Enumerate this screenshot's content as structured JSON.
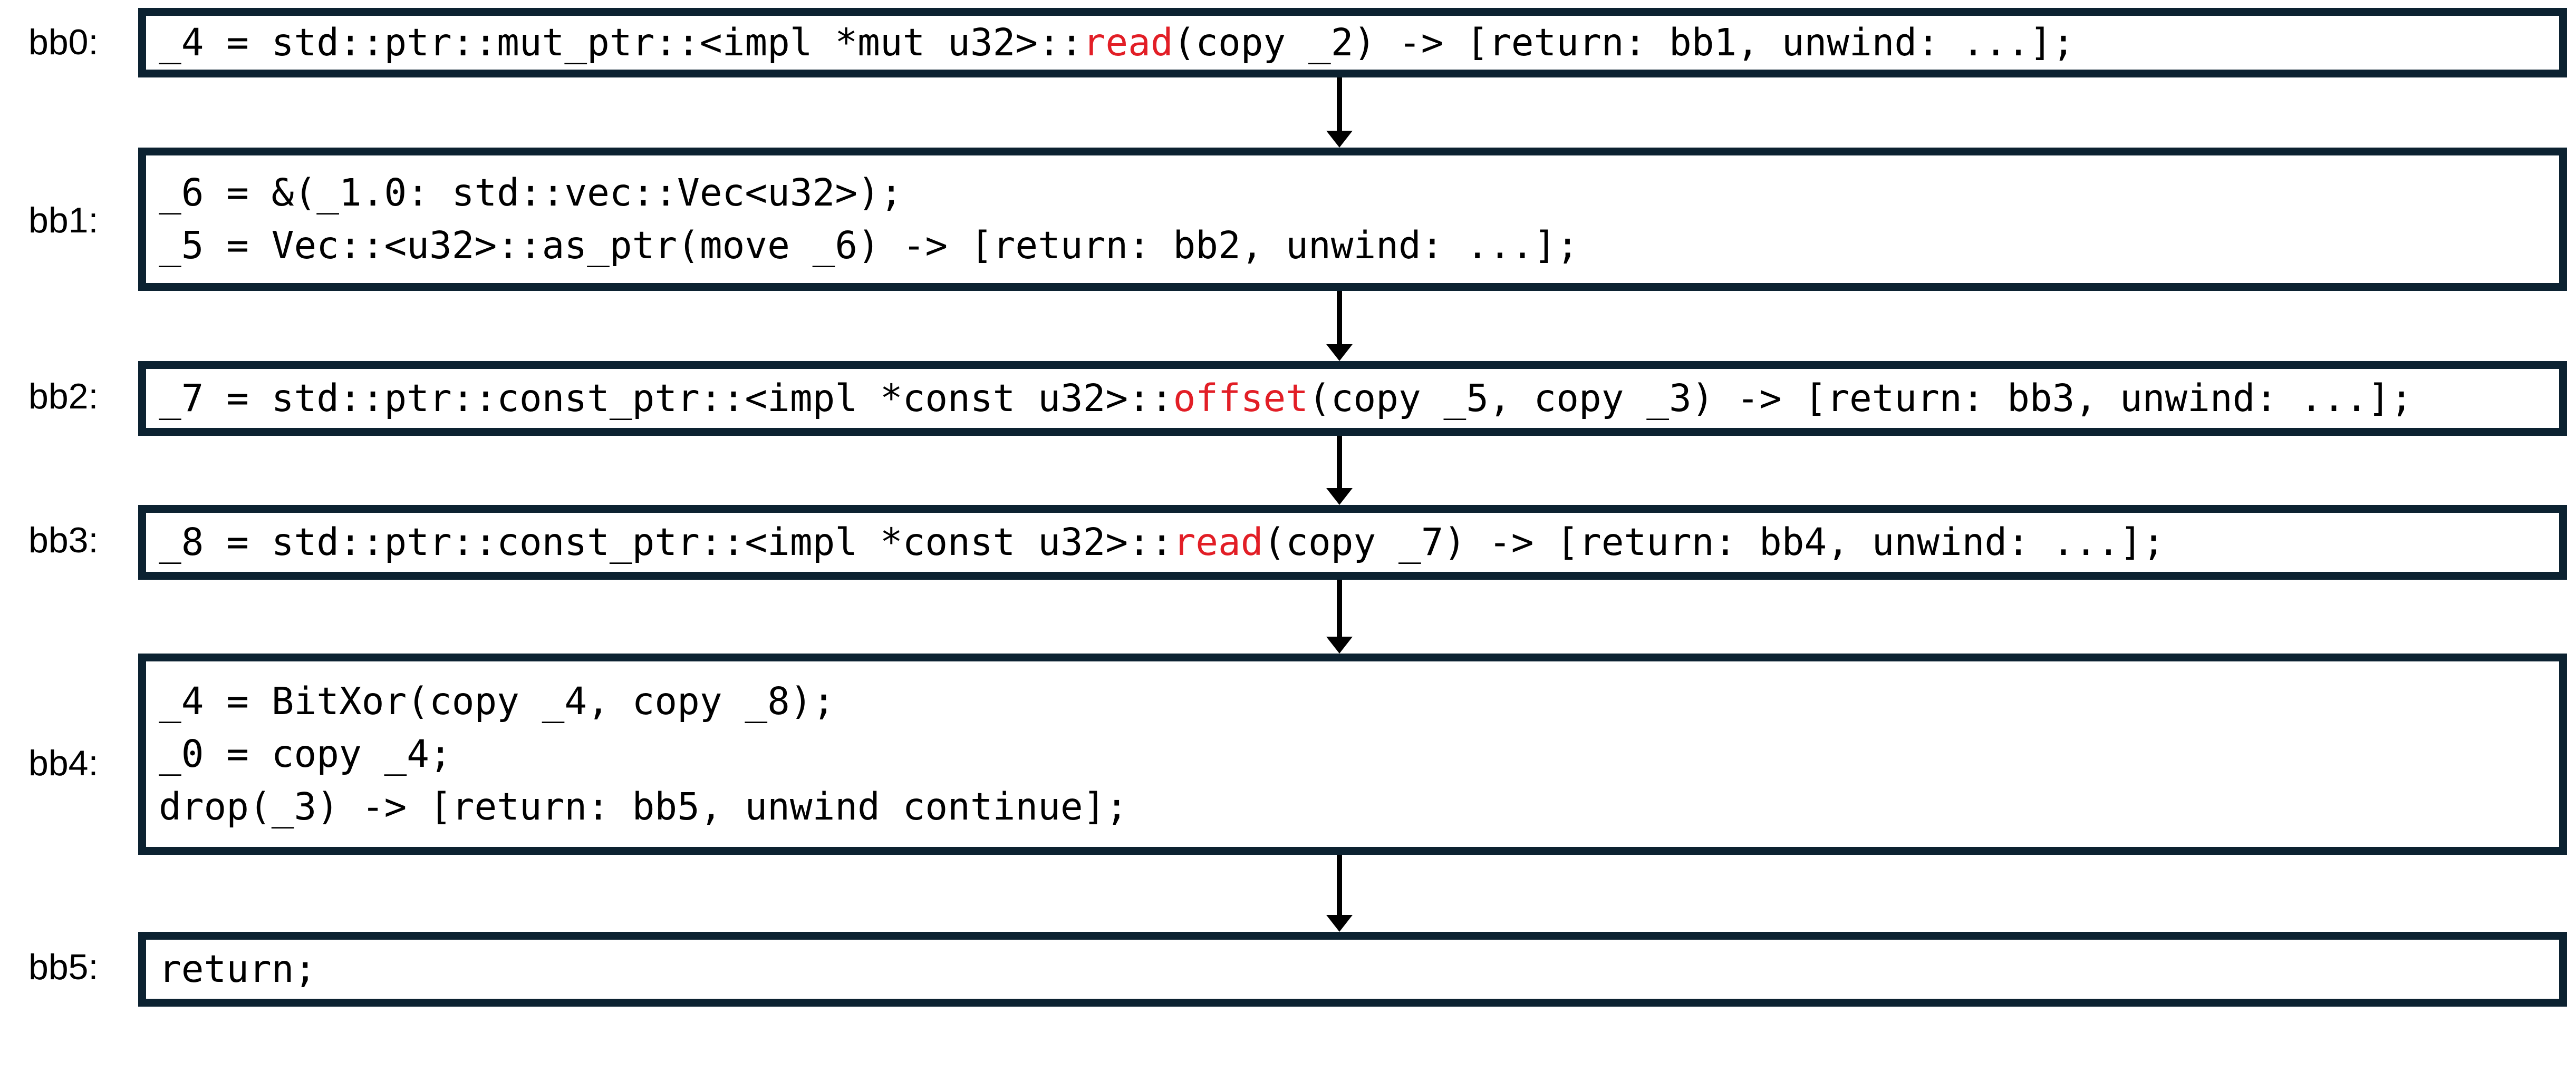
{
  "blocks": [
    {
      "label": "bb0:",
      "lines": [
        [
          {
            "t": "_4 = std::ptr::mut_ptr::<impl *mut u32>::"
          },
          {
            "t": "read",
            "hl": true
          },
          {
            "t": "(copy _2) -> [return: bb1, unwind: ...];"
          }
        ]
      ]
    },
    {
      "label": "bb1:",
      "lines": [
        [
          {
            "t": "_6 = &(_1.0: std::vec::Vec<u32>);"
          }
        ],
        [
          {
            "t": "_5 = Vec::<u32>::as_ptr(move _6) -> [return: bb2, unwind: ...];"
          }
        ]
      ]
    },
    {
      "label": "bb2:",
      "lines": [
        [
          {
            "t": "_7 = std::ptr::const_ptr::<impl *const u32>::"
          },
          {
            "t": "offset",
            "hl": true
          },
          {
            "t": "(copy _5, copy _3) -> [return: bb3, unwind: ...];"
          }
        ]
      ]
    },
    {
      "label": "bb3:",
      "lines": [
        [
          {
            "t": "_8 = std::ptr::const_ptr::<impl *const u32>::"
          },
          {
            "t": "read",
            "hl": true
          },
          {
            "t": "(copy _7) -> [return: bb4, unwind: ...];"
          }
        ]
      ]
    },
    {
      "label": "bb4:",
      "lines": [
        [
          {
            "t": "_4 = BitXor(copy _4, copy _8);"
          }
        ],
        [
          {
            "t": "_0 = copy _4;"
          }
        ],
        [
          {
            "t": "drop(_3) -> [return: bb5, unwind continue];"
          }
        ]
      ]
    },
    {
      "label": "bb5:",
      "lines": [
        [
          {
            "t": "return;"
          }
        ]
      ]
    }
  ],
  "colors": {
    "border": "#0c2231",
    "highlight": "#e21e26",
    "text": "#000000"
  }
}
